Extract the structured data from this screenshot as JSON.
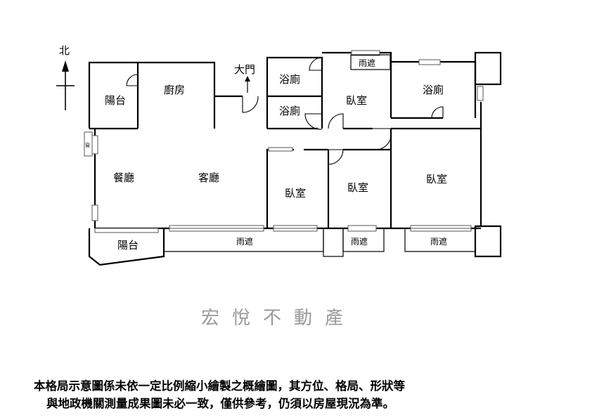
{
  "compass": {
    "north_label": "北"
  },
  "entrance": {
    "label": "大門"
  },
  "rooms": {
    "balcony_top": "陽台",
    "kitchen": "廚房",
    "bath_upper": "浴廁",
    "bath_lower": "浴廁",
    "bedroom_top": "臥室",
    "bath_right": "浴廁",
    "dining": "餐廳",
    "living": "客廳",
    "bedroom_mid1": "臥室",
    "bedroom_mid2": "臥室",
    "bedroom_right": "臥室",
    "balcony_bottom": "陽台",
    "awning_top": "雨遮",
    "awning_bottom1": "雨遮",
    "awning_bottom2": "雨遮",
    "awning_bottom3": "雨遮",
    "side_window": "窗"
  },
  "brand": {
    "name": "宏悅不動產"
  },
  "disclaimer": {
    "line1": "本格局示意圖係未依一定比例縮小繪製之概繪圖，其方位、格局、形狀等",
    "line2": "與地政機關測量成果圖未必一致，僅供參考，仍須以房屋現況為準。"
  }
}
